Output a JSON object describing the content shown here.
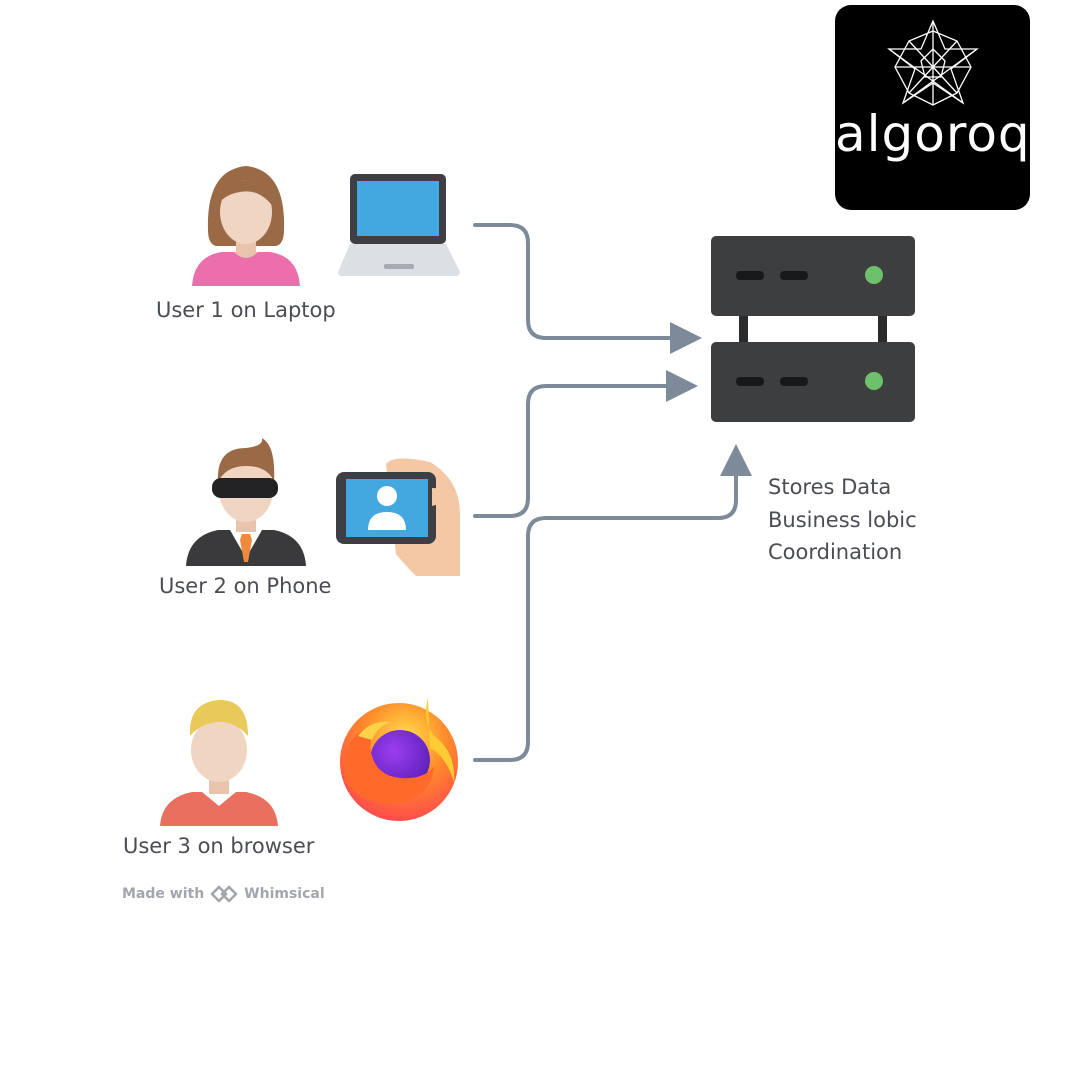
{
  "logo": {
    "text": "algoroq",
    "icon": "star-polyhedron-icon"
  },
  "users": [
    {
      "label": "User 1 on Laptop",
      "avatar": "woman-avatar-icon",
      "device": "laptop-icon"
    },
    {
      "label": "User 2 on Phone",
      "avatar": "man-sunglasses-avatar-icon",
      "device": "phone-in-hand-icon"
    },
    {
      "label": "User 3 on browser",
      "avatar": "blond-man-avatar-icon",
      "device": "firefox-icon"
    }
  ],
  "server": {
    "icon": "server-stack-icon",
    "lines": [
      "Stores Data",
      "Business lobic",
      "Coordination"
    ]
  },
  "footer": {
    "prefix": "Made with",
    "brand": "Whimsical",
    "icon": "whimsical-logo-icon"
  },
  "colors": {
    "connector": "#7d8a99",
    "server": "#3d3e40",
    "server_led": "#6dc16a",
    "text": "#4a4d55"
  }
}
